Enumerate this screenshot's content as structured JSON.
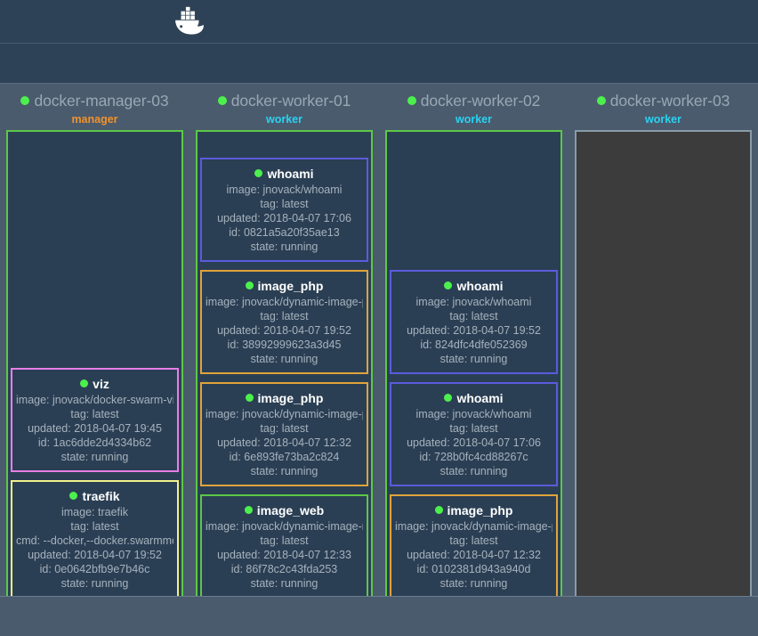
{
  "header": {
    "logo_icon": "docker-whale-icon",
    "logo_alt": "Docker"
  },
  "colors": {
    "page_background": "#4a5b6e",
    "header_background": "#2e4257",
    "panel_background": "#2b3f54",
    "status_running": "#4cf04c",
    "role_manager": "#f0922b",
    "role_worker": "#2ad2f0",
    "node_border": "#5cc846",
    "empty_node_background": "#3c3c3c"
  },
  "legend": {
    "state_running": "running"
  },
  "nodes": [
    {
      "name": "docker-manager-03",
      "role": "manager",
      "status": "online",
      "status_icon": "green-status-dot",
      "empty": false,
      "tasks": [
        {
          "name": "viz",
          "accent": "c-magenta",
          "status_icon": "green-status-dot",
          "image": "image: jnovack/docker-swarm-visualizer",
          "tag": "tag: latest",
          "cmd": "",
          "updated": "updated: 2018-04-07 19:45",
          "id": "id: 1ac6dde2d4334b62",
          "state": "state: running"
        },
        {
          "name": "traefik",
          "accent": "c-yellow",
          "status_icon": "green-status-dot",
          "image": "image: traefik",
          "tag": "tag: latest",
          "cmd": "cmd: --docker,--docker.swarmmode",
          "updated": "updated: 2018-04-07 19:52",
          "id": "id: 0e0642bfb9e7b46c",
          "state": "state: running"
        }
      ]
    },
    {
      "name": "docker-worker-01",
      "role": "worker",
      "status": "online",
      "status_icon": "green-status-dot",
      "empty": false,
      "tasks": [
        {
          "name": "whoami",
          "accent": "c-violet",
          "status_icon": "green-status-dot",
          "image": "image: jnovack/whoami",
          "tag": "tag: latest",
          "cmd": "",
          "updated": "updated: 2018-04-07 17:06",
          "id": "id: 0821a5a20f35ae13",
          "state": "state: running"
        },
        {
          "name": "image_php",
          "accent": "c-orange",
          "status_icon": "green-status-dot",
          "image": "image: jnovack/dynamic-image-php",
          "tag": "tag: latest",
          "cmd": "",
          "updated": "updated: 2018-04-07 19:52",
          "id": "id: 38992999623a3d45",
          "state": "state: running"
        },
        {
          "name": "image_php",
          "accent": "c-orange",
          "status_icon": "green-status-dot",
          "image": "image: jnovack/dynamic-image-php",
          "tag": "tag: latest",
          "cmd": "",
          "updated": "updated: 2018-04-07 12:32",
          "id": "id: 6e893fe73ba2c824",
          "state": "state: running"
        },
        {
          "name": "image_web",
          "accent": "c-green",
          "status_icon": "green-status-dot",
          "image": "image: jnovack/dynamic-image-nginx",
          "tag": "tag: latest",
          "cmd": "",
          "updated": "updated: 2018-04-07 12:33",
          "id": "id: 86f78c2c43fda253",
          "state": "state: running"
        }
      ]
    },
    {
      "name": "docker-worker-02",
      "role": "worker",
      "status": "online",
      "status_icon": "green-status-dot",
      "empty": false,
      "tasks": [
        {
          "name": "whoami",
          "accent": "c-violet",
          "status_icon": "green-status-dot",
          "image": "image: jnovack/whoami",
          "tag": "tag: latest",
          "cmd": "",
          "updated": "updated: 2018-04-07 19:52",
          "id": "id: 824dfc4dfe052369",
          "state": "state: running"
        },
        {
          "name": "whoami",
          "accent": "c-violet",
          "status_icon": "green-status-dot",
          "image": "image: jnovack/whoami",
          "tag": "tag: latest",
          "cmd": "",
          "updated": "updated: 2018-04-07 17:06",
          "id": "id: 728b0fc4cd88267c",
          "state": "state: running"
        },
        {
          "name": "image_php",
          "accent": "c-orange",
          "status_icon": "green-status-dot",
          "image": "image: jnovack/dynamic-image-php",
          "tag": "tag: latest",
          "cmd": "",
          "updated": "updated: 2018-04-07 12:32",
          "id": "id: 0102381d943a940d",
          "state": "state: running"
        }
      ]
    },
    {
      "name": "docker-worker-03",
      "role": "worker",
      "status": "online",
      "status_icon": "green-status-dot",
      "empty": true,
      "tasks": []
    }
  ]
}
